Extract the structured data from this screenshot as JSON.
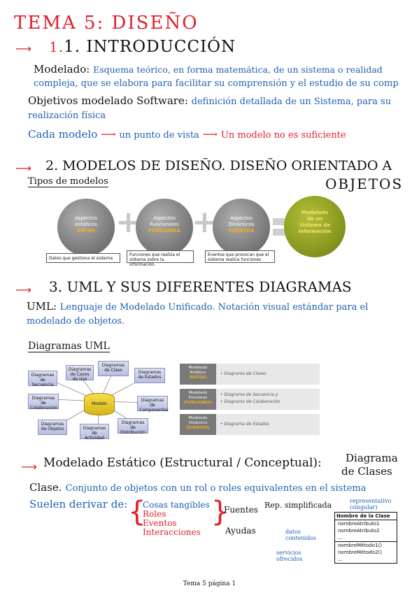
{
  "title": "TEMA 5: DISEÑO",
  "section1": {
    "heading": "1. INTRODUCCIÓN",
    "modelado_label": "Modelado:",
    "modelado_text_line1": "Esquema teórico, en forma matemática, de un sistema o realidad",
    "modelado_text_line2": "compleja, que se elabora para facilitar su comprensión y el estudio de su comp",
    "objetivos_label": "Objetivos modelado Software:",
    "objetivos_text_line1": "definición detallada de un Sistema, para su",
    "objetivos_text_line2": "realización física",
    "cada_modelo": "Cada modelo",
    "punto_de_vista": "un punto de vista",
    "no_suficiente": "Un modelo no es suficiente"
  },
  "section2": {
    "heading_line1": "2. MODELOS DE DISEÑO. DISEÑO ORIENTADO A",
    "heading_line2": "OBJETOS",
    "tipos": "Tipos de modelos",
    "circles": [
      {
        "line1": "Aspectos",
        "line2": "estáticos",
        "kw": "DATOS"
      },
      {
        "line1": "Aspectos",
        "line2": "Funcionales",
        "kw": "FUNCIONES"
      },
      {
        "line1": "Aspectos",
        "line2": "Dinámicos",
        "kw": "EVENTOS"
      }
    ],
    "result_circle": [
      "Modelado",
      "de un",
      "Sistema de",
      "Información"
    ],
    "desc": [
      "Datos que gestiona el sistema",
      "Funciones que realiza el sistema sobre la información.",
      "Eventos que provocan que el sistema realice funciones"
    ]
  },
  "section3": {
    "heading": "3. UML Y SUS DIFERENTES DIAGRAMAS",
    "uml_label": "UML:",
    "uml_text_line1": "Lenguaje de Modelado Unificado. Notación visual estándar para el",
    "uml_text_line2": "modelado de objetos.",
    "diagramas_uml": "Diagramas UML",
    "diagram_boxes": [
      "Diagramas de Clase",
      "Diagramas de Casos de Uso",
      "Diagramas de Secuencia",
      "Diagramas de Estados",
      "Diagramas de Colaboración",
      "Diagramas de Componentes",
      "Diagramas de Objetos",
      "Diagramas de Actividad",
      "Diagramas de Distribución"
    ],
    "modelo_center": "Modelo",
    "models": [
      {
        "dark": [
          "Modelado",
          "Estático"
        ],
        "kw": "(DATOS)",
        "items": [
          "• Diagrama de Clases"
        ]
      },
      {
        "dark": [
          "Modelado",
          "Funcional"
        ],
        "kw": "(FUNCIONES)",
        "items": [
          "• Diagrama de Secuencia y",
          "• Diagrama de Colaboración"
        ]
      },
      {
        "dark": [
          "Modelado",
          "Dinámico"
        ],
        "kw": "(EVENTOS)",
        "items": [
          "• Diagrama de Estados"
        ]
      }
    ]
  },
  "section4": {
    "heading": "Modelado Estático (Estructural / Conceptual):",
    "diagrama": "Diagrama",
    "de_clases": "de Clases",
    "clase_label": "Clase.",
    "clase_text_line1": "Conjunto de objetos con un rol o roles equivalentes en el sistema",
    "suelen": "Suelen derivar de:",
    "fuentes": [
      "Cosas tangibles",
      "Roles",
      "Eventos",
      "Interacciones"
    ],
    "fuentes_label": "Fuentes",
    "ayudas_label": "Ayudas",
    "rep": "Rep. simplificada",
    "representativo": "representativo (singular)",
    "datos_contenidos": "datos contenidos",
    "servicios": "servicios ofrecidos",
    "uml_class": {
      "name": "Nombre de la Clase",
      "attrs": [
        "nombreAtributo1",
        "nombreAtributo2",
        "..."
      ],
      "methods": [
        "nombreMétodo1()",
        "nombreMétodo2()",
        "..."
      ]
    }
  },
  "footer": "Tema 5 página 1"
}
